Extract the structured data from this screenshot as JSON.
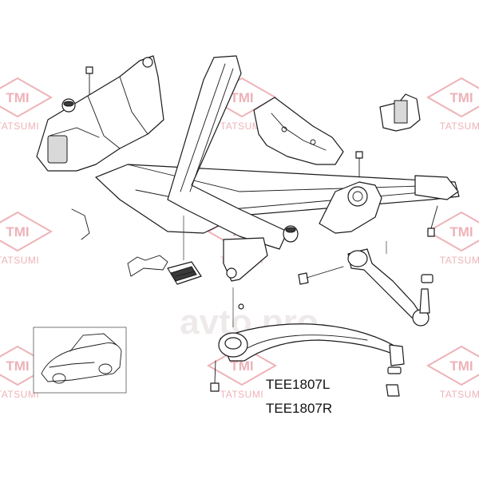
{
  "watermark": {
    "brand": "TMI",
    "sub": "TATSUMI",
    "site": "avto.pro",
    "color": "#e9a0a7"
  },
  "part_numbers": {
    "left": "TEE1807L",
    "right": "TEE1807R"
  }
}
